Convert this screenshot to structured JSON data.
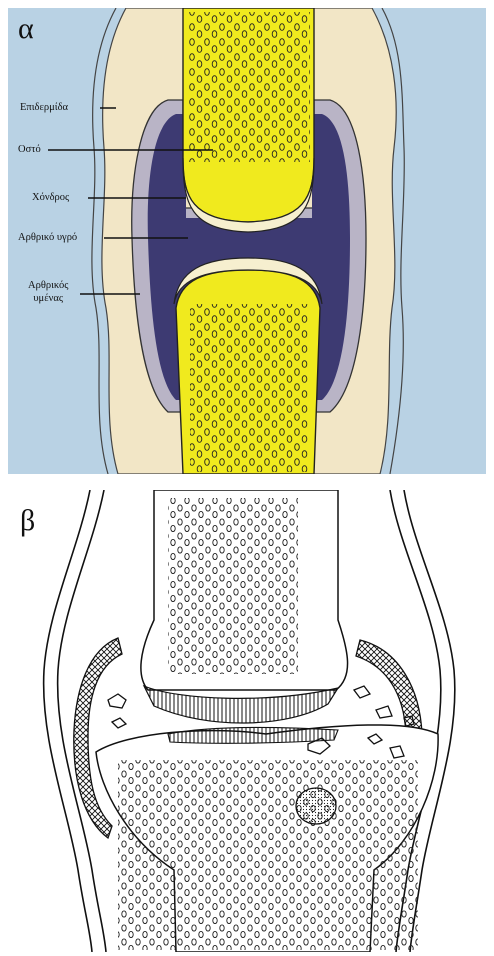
{
  "panel_a": {
    "letter": "α",
    "labels": {
      "epidermis": "Επιδερμίδα",
      "bone": "Οστό",
      "cartilage": "Χόνδρος",
      "synovial_fluid": "Αρθρικό υγρό",
      "membrane_line1": "Αρθρικός",
      "membrane_line2": "υμένας"
    }
  },
  "panel_b": {
    "letter": "β"
  },
  "colors": {
    "background_blue": "#b9d2e4",
    "skin": "#f2e6c6",
    "bone_yellow": "#f0ea1e",
    "cartilage": "#f6efcf",
    "synovial_fluid": "#3d3a72",
    "membrane": "#b9b4c6",
    "outline": "#1a1a1a"
  }
}
